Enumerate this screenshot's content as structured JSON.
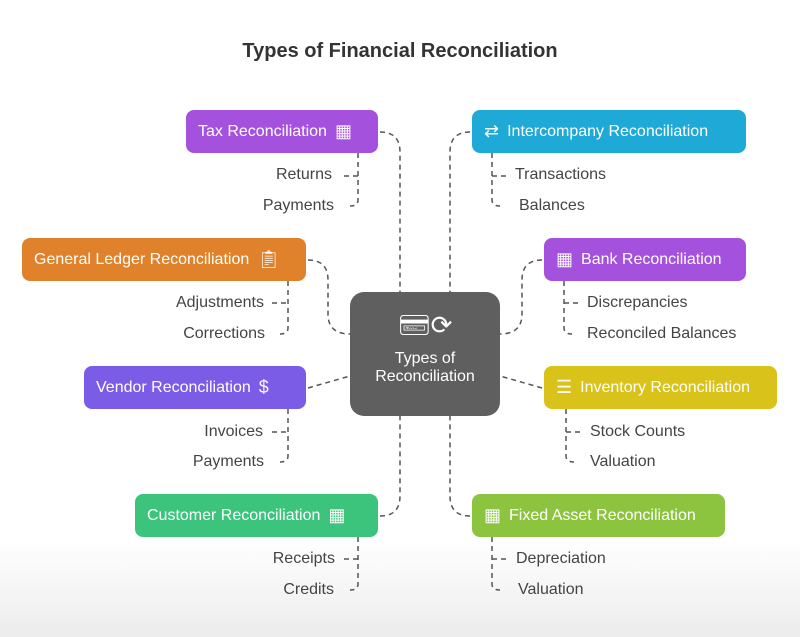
{
  "title": "Types of Financial Reconciliation",
  "center": {
    "line1": "Types of",
    "line2": "Reconciliation",
    "icon": "card-sync-icon"
  },
  "nodes": [
    {
      "label": "Tax Reconciliation",
      "color": "#a452dd",
      "icon": "tax-calculator-icon",
      "items": [
        "Returns",
        "Payments"
      ]
    },
    {
      "label": "Intercompany Reconciliation",
      "color": "#1fa9d6",
      "icon": "exchange-people-icon",
      "items": [
        "Transactions",
        "Balances"
      ]
    },
    {
      "label": "General Ledger Reconciliation",
      "color": "#e0822b",
      "icon": "clipboard-sync-icon",
      "items": [
        "Adjustments",
        "Corrections"
      ]
    },
    {
      "label": "Bank Reconciliation",
      "color": "#a452dd",
      "icon": "bank-table-sync-icon",
      "items": [
        "Discrepancies",
        "Reconciled Balances"
      ]
    },
    {
      "label": "Vendor Reconciliation",
      "color": "#7b5ce6",
      "icon": "money-check-icon",
      "items": [
        "Invoices",
        "Payments"
      ]
    },
    {
      "label": "Inventory Reconciliation",
      "color": "#d9c21a",
      "icon": "stack-icon",
      "items": [
        "Stock Counts",
        "Valuation"
      ]
    },
    {
      "label": "Customer Reconciliation",
      "color": "#3cc47c",
      "icon": "calculator-sync-icon",
      "items": [
        "Receipts",
        "Credits"
      ]
    },
    {
      "label": "Fixed Asset Reconciliation",
      "color": "#8cc43f",
      "icon": "table-check-icon",
      "items": [
        "Depreciation",
        "Valuation"
      ]
    }
  ]
}
